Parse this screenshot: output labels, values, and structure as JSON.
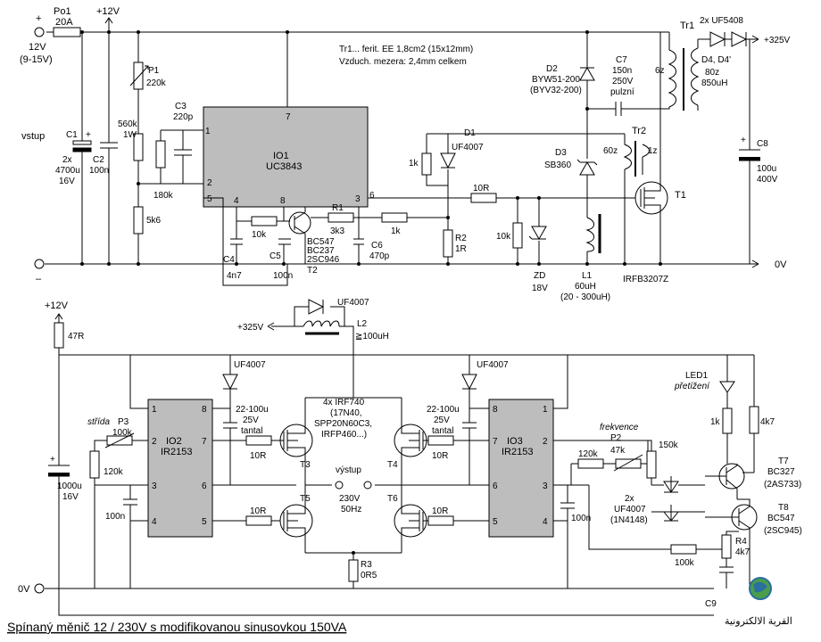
{
  "title": "Spínaný měnič 12 / 230V s modifikovanou sinusovkou 150VA",
  "watermark": "القرية الالكترونية",
  "labels": {
    "plus": "+",
    "minus": "–",
    "v12_in": "12V",
    "v12_range": "(9-15V)",
    "po1": "Po1",
    "po1_val": "20A",
    "v12_top": "+12V",
    "vstup": "vstup",
    "c1": "C1",
    "c1_plus": "+",
    "c1_val1": "2x",
    "c1_val2": "4700u",
    "c1_val3": "16V",
    "c2": "C2",
    "c2_val": "100n",
    "p1": "P1",
    "p1_val": "220k",
    "r560k": "560k",
    "r560k_w": "1W",
    "c3": "C3",
    "c3_val": "220p",
    "r180k": "180k",
    "r5k6": "5k6",
    "io1": "IO1",
    "io1_type": "UC3843",
    "pin1": "1",
    "pin2": "2",
    "pin3": "3",
    "pin4": "4",
    "pin5": "5",
    "pin6": "6",
    "pin7": "7",
    "pin8": "8",
    "tr1_note1": "Tr1... ferit. EE 1,8cm2 (15x12mm)",
    "tr1_note2": "Vzduch. mezera: 2,4mm celkem",
    "d2": "D2",
    "d2_type": "BYW51-200",
    "d2_alt": "(BYV32-200)",
    "c7": "C7",
    "c7_val1": "150n",
    "c7_val2": "250V",
    "c7_val3": "pulzní",
    "d3": "D3",
    "d3_type": "SB360",
    "tr1": "Tr1",
    "w6z": "6z",
    "w80z": "80z",
    "w850uh": "850uH",
    "uf5408": "2x UF5408",
    "d4": "D4, D4'",
    "v325": "+325V",
    "c8": "C8",
    "c8_plus": "+",
    "c8_val1": "100u",
    "c8_val2": "400V",
    "d1": "D1",
    "d1_type": "UF4007",
    "r1k_d1": "1k",
    "tr2": "Tr2",
    "w60z": "60z",
    "w1z": "1z",
    "r10r_g": "10R",
    "t1": "T1",
    "t1_type": "IRFB3207Z",
    "r10k": "10k",
    "zd": "ZD",
    "zd_val": "18V",
    "l1": "L1",
    "l1_val": "60uH",
    "l1_range": "(20 - 300uH)",
    "v0": "0V",
    "r10k_t2": "10k",
    "r1": "R1",
    "r1_val": "3k3",
    "r1k_b": "1k",
    "r2": "R2",
    "r2_val": "1R",
    "c4": "C4",
    "c4_val": "4n7",
    "c5": "C5",
    "c5_val": "100n",
    "c6": "C6",
    "c6_val": "470p",
    "t2_1": "BC547",
    "t2_2": "BC237",
    "t2_3": "2SC946",
    "t2": "T2",
    "v12_b": "+12V",
    "r47r": "47R",
    "v325_b": "+325V",
    "uf4007_l2": "UF4007",
    "l2": "L2",
    "l2_val": "≧100uH",
    "uf4007_left": "UF4007",
    "uf4007_right": "UF4007",
    "cap_left1": "22-100u",
    "cap_left2": "25V",
    "cap_left3": "tantal",
    "cap_right1": "22-100u",
    "cap_right2": "25V",
    "cap_right3": "tantal",
    "mos_note1": "4x IRF740",
    "mos_note2": "(17N40,",
    "mos_note3": "SPP20N60C3,",
    "mos_note4": "IRFP460...)",
    "io2": "IO2",
    "io2_type": "IR2153",
    "io3": "IO3",
    "io3_type": "IR2153",
    "strida": "střída",
    "p3": "P3",
    "p3_val": "100k",
    "r120k_l": "120k",
    "c1000u1": "1000u",
    "c1000u2": "16V",
    "c100n_l": "100n",
    "r10r_1": "10R",
    "r10r_2": "10R",
    "r10r_3": "10R",
    "r10r_4": "10R",
    "t3": "T3",
    "t4": "T4",
    "t5": "T5",
    "t6": "T6",
    "vystup": "výstup",
    "vystup_v": "230V",
    "vystup_hz": "50Hz",
    "r3": "R3",
    "r3_val": "0R5",
    "v0_b": "0V",
    "frekvence": "frekvence",
    "p2": "P2",
    "p2_val": "47k",
    "r120k_r": "120k",
    "r150k": "150k",
    "c100n_r": "100n",
    "led1": "LED1",
    "pretizeni": "přetížení",
    "r1k_led": "1k",
    "r4k7": "4k7",
    "t7": "T7",
    "t7_type": "BC327",
    "t7_alt": "(2AS733)",
    "t8": "T8",
    "t8_type": "BC547",
    "t8_alt": "(2SC945)",
    "d_2x": "2x",
    "d_uf4007": "UF4007",
    "d_1n4148": "(1N4148)",
    "r100k": "100k",
    "r4": "R4",
    "r4_val": "4k7",
    "c9": "C9"
  }
}
